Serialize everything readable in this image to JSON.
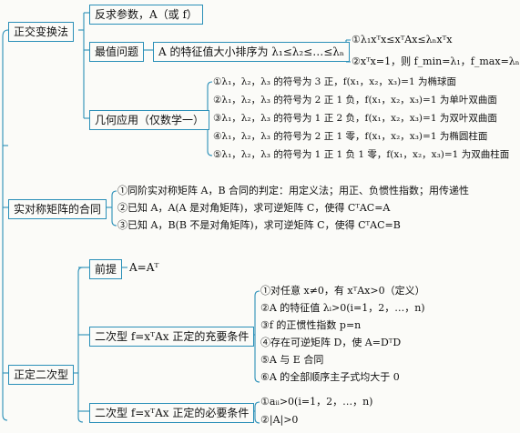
{
  "sections": {
    "orthogonal": {
      "title": "正交变换法",
      "inverse": "反求参数，A（或 f）",
      "max_value": {
        "title": "最值问题",
        "statement": "A 的特征值大小排序为 λ₁≤λ₂≤…≤λₙ",
        "items": [
          "①λ₁xᵀx≤xᵀAx≤λₙxᵀx",
          "②xᵀx=1，则 f_min=λ₁，f_max=λₙ"
        ]
      },
      "geometry": {
        "title": "几何应用（仅数学一）",
        "items": [
          "①λ₁，λ₂，λ₃ 的符号为 3 正，f(x₁，x₂，x₃)=1 为椭球面",
          "②λ₁，λ₂，λ₃ 的符号为 2 正 1 负，f(x₁，x₂，x₃)=1 为单叶双曲面",
          "③λ₁，λ₂，λ₃ 的符号为 1 正 2 负，f(x₁，x₂，x₃)=1 为双叶双曲面",
          "④λ₁，λ₂，λ₃ 的符号为 2 正 1 零，f(x₁，x₂，x₃)=1 为椭圆柱面",
          "⑤λ₁，λ₂，λ₃ 的符号为 1 正 1 负 1 零，f(x₁，x₂，x₃)=1 为双曲柱面"
        ]
      }
    },
    "congruence": {
      "title": "实对称矩阵的合同",
      "items": [
        "①同阶实对称矩阵 A，B 合同的判定：用定义法；用正、负惯性指数；用传递性",
        "②已知 A，A(A 是对角矩阵)，求可逆矩阵 C，使得 CᵀAC=A",
        "③已知 A，B(B 不是对角矩阵)，求可逆矩阵 C，使得 CᵀAC=B"
      ]
    },
    "positive": {
      "title": "正定二次型",
      "premise": {
        "title": "前提",
        "statement": "A=Aᵀ"
      },
      "sufficient": {
        "title": "二次型 f=xᵀAx 正定的充要条件",
        "items": [
          "①对任意 x≠0，有 xᵀAx>0（定义）",
          "②A 的特征值 λᵢ>0(i=1，2，…，n)",
          "③f 的正惯性指数 p=n",
          "④存在可逆矩阵 D，使 A=DᵀD",
          "⑤A 与 E 合同",
          "⑥A 的全部顺序主子式均大于 0"
        ]
      },
      "necessary": {
        "title": "二次型 f=xᵀAx 正定的必要条件",
        "items": [
          "①aᵢᵢ>0(i=1，2，…，n)",
          "②|A|>0"
        ]
      }
    }
  },
  "colors": {
    "line": "#2a8fb8",
    "background": "#fbfbf8"
  }
}
